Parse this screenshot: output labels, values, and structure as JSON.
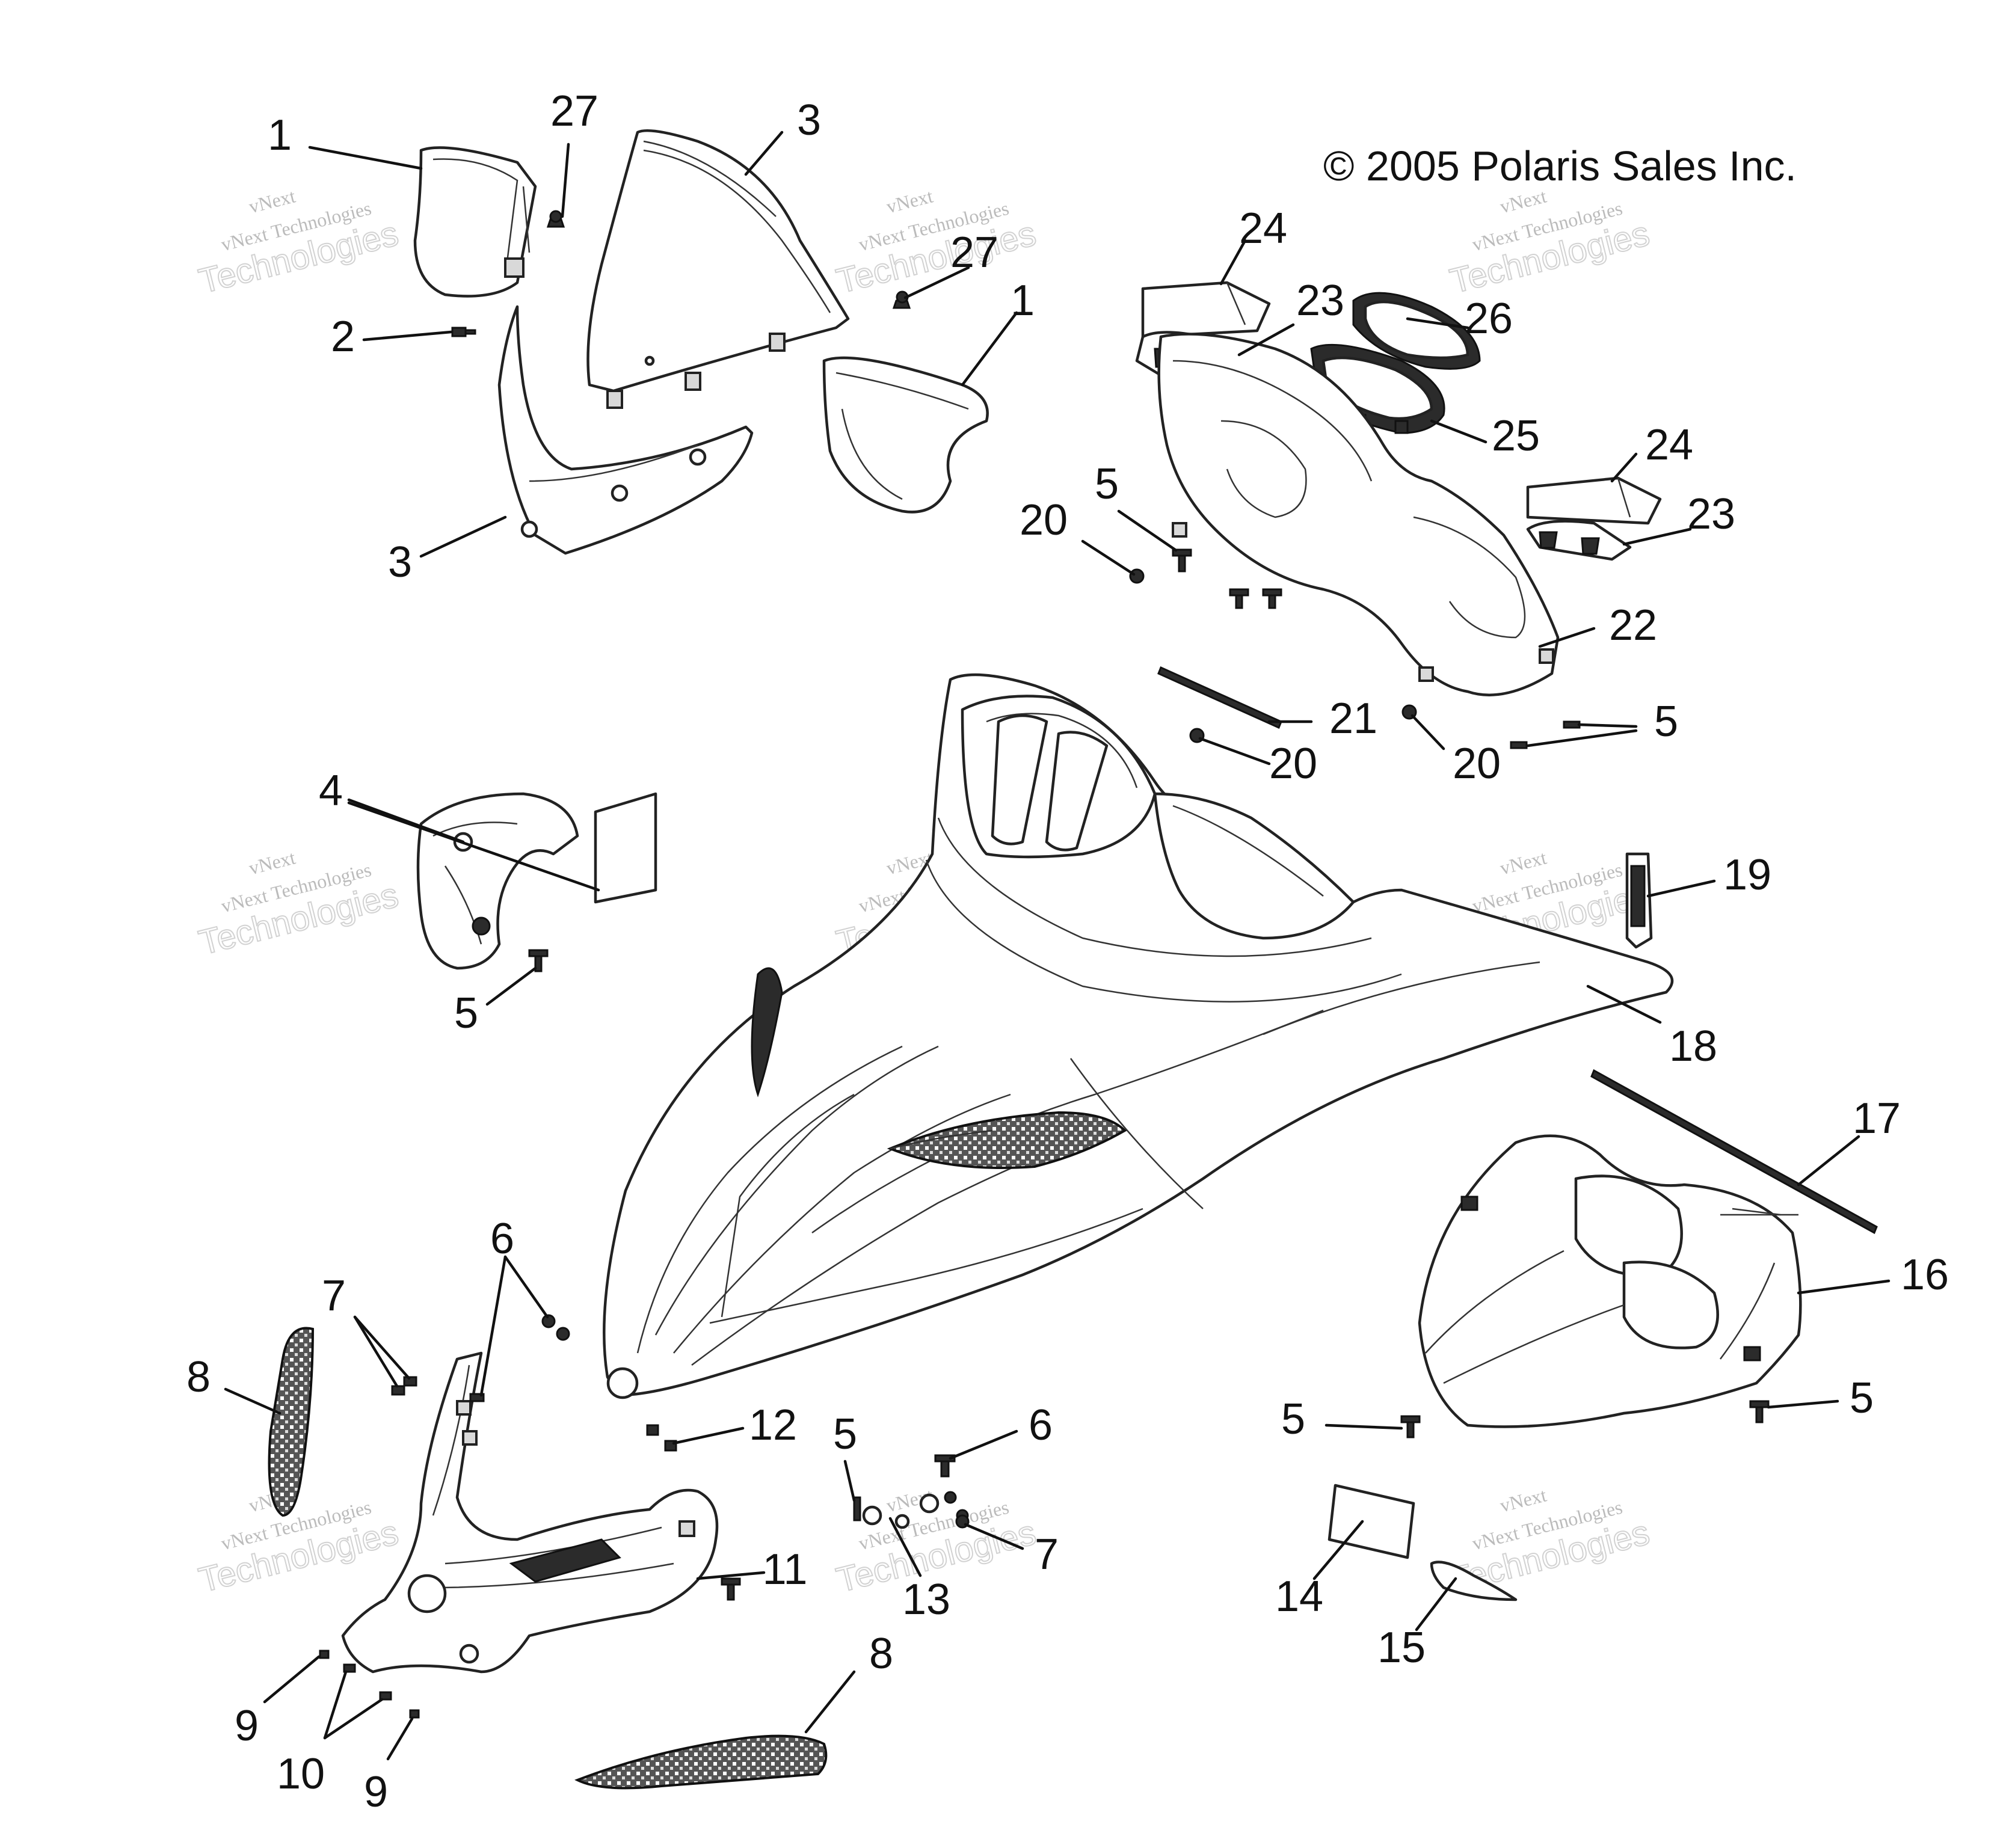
{
  "copyright": "© 2005 Polaris Sales Inc.",
  "watermark": {
    "line1": "vNext",
    "line2": "Technologies",
    "line3": "vNext Technologies"
  },
  "callouts": [
    {
      "id": "c1a",
      "label": "1"
    },
    {
      "id": "c27a",
      "label": "27"
    },
    {
      "id": "c3a",
      "label": "3"
    },
    {
      "id": "c27b",
      "label": "27"
    },
    {
      "id": "c1b",
      "label": "1"
    },
    {
      "id": "c2",
      "label": "2"
    },
    {
      "id": "c3b",
      "label": "3"
    },
    {
      "id": "c24a",
      "label": "24"
    },
    {
      "id": "c23a",
      "label": "23"
    },
    {
      "id": "c26",
      "label": "26"
    },
    {
      "id": "c25",
      "label": "25"
    },
    {
      "id": "c24b",
      "label": "24"
    },
    {
      "id": "c23b",
      "label": "23"
    },
    {
      "id": "c5a",
      "label": "5"
    },
    {
      "id": "c20a",
      "label": "20"
    },
    {
      "id": "c22",
      "label": "22"
    },
    {
      "id": "c21",
      "label": "21"
    },
    {
      "id": "c20b",
      "label": "20"
    },
    {
      "id": "c20c",
      "label": "20"
    },
    {
      "id": "c5b",
      "label": "5"
    },
    {
      "id": "c4",
      "label": "4"
    },
    {
      "id": "c5c",
      "label": "5"
    },
    {
      "id": "c19",
      "label": "19"
    },
    {
      "id": "c18",
      "label": "18"
    },
    {
      "id": "c17",
      "label": "17"
    },
    {
      "id": "c16",
      "label": "16"
    },
    {
      "id": "c6a",
      "label": "6"
    },
    {
      "id": "c7a",
      "label": "7"
    },
    {
      "id": "c8a",
      "label": "8"
    },
    {
      "id": "c12",
      "label": "12"
    },
    {
      "id": "c5d",
      "label": "5"
    },
    {
      "id": "c6b",
      "label": "6"
    },
    {
      "id": "c7b",
      "label": "7"
    },
    {
      "id": "c13",
      "label": "13"
    },
    {
      "id": "c11",
      "label": "11"
    },
    {
      "id": "c5e",
      "label": "5"
    },
    {
      "id": "c5f",
      "label": "5"
    },
    {
      "id": "c14",
      "label": "14"
    },
    {
      "id": "c15",
      "label": "15"
    },
    {
      "id": "c9a",
      "label": "9"
    },
    {
      "id": "c10",
      "label": "10"
    },
    {
      "id": "c9b",
      "label": "9"
    },
    {
      "id": "c8b",
      "label": "8"
    }
  ]
}
